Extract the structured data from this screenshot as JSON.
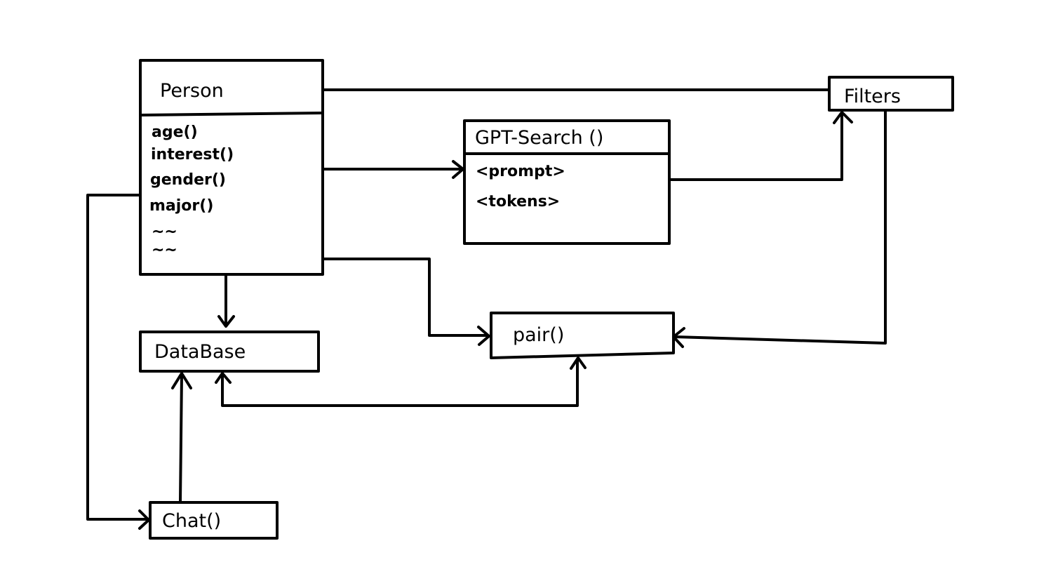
{
  "person": {
    "title": "Person",
    "attributes": [
      "age()",
      "interest()",
      "gender()",
      "major()"
    ],
    "more": [
      "~~",
      "~~"
    ]
  },
  "gpt_search": {
    "title": "GPT-Search ()",
    "params": [
      "<prompt>",
      "<tokens>"
    ]
  },
  "filters": {
    "title": "Filters"
  },
  "database": {
    "title": "DataBase"
  },
  "pair": {
    "title": "pair()"
  },
  "chat": {
    "title": "Chat()"
  }
}
